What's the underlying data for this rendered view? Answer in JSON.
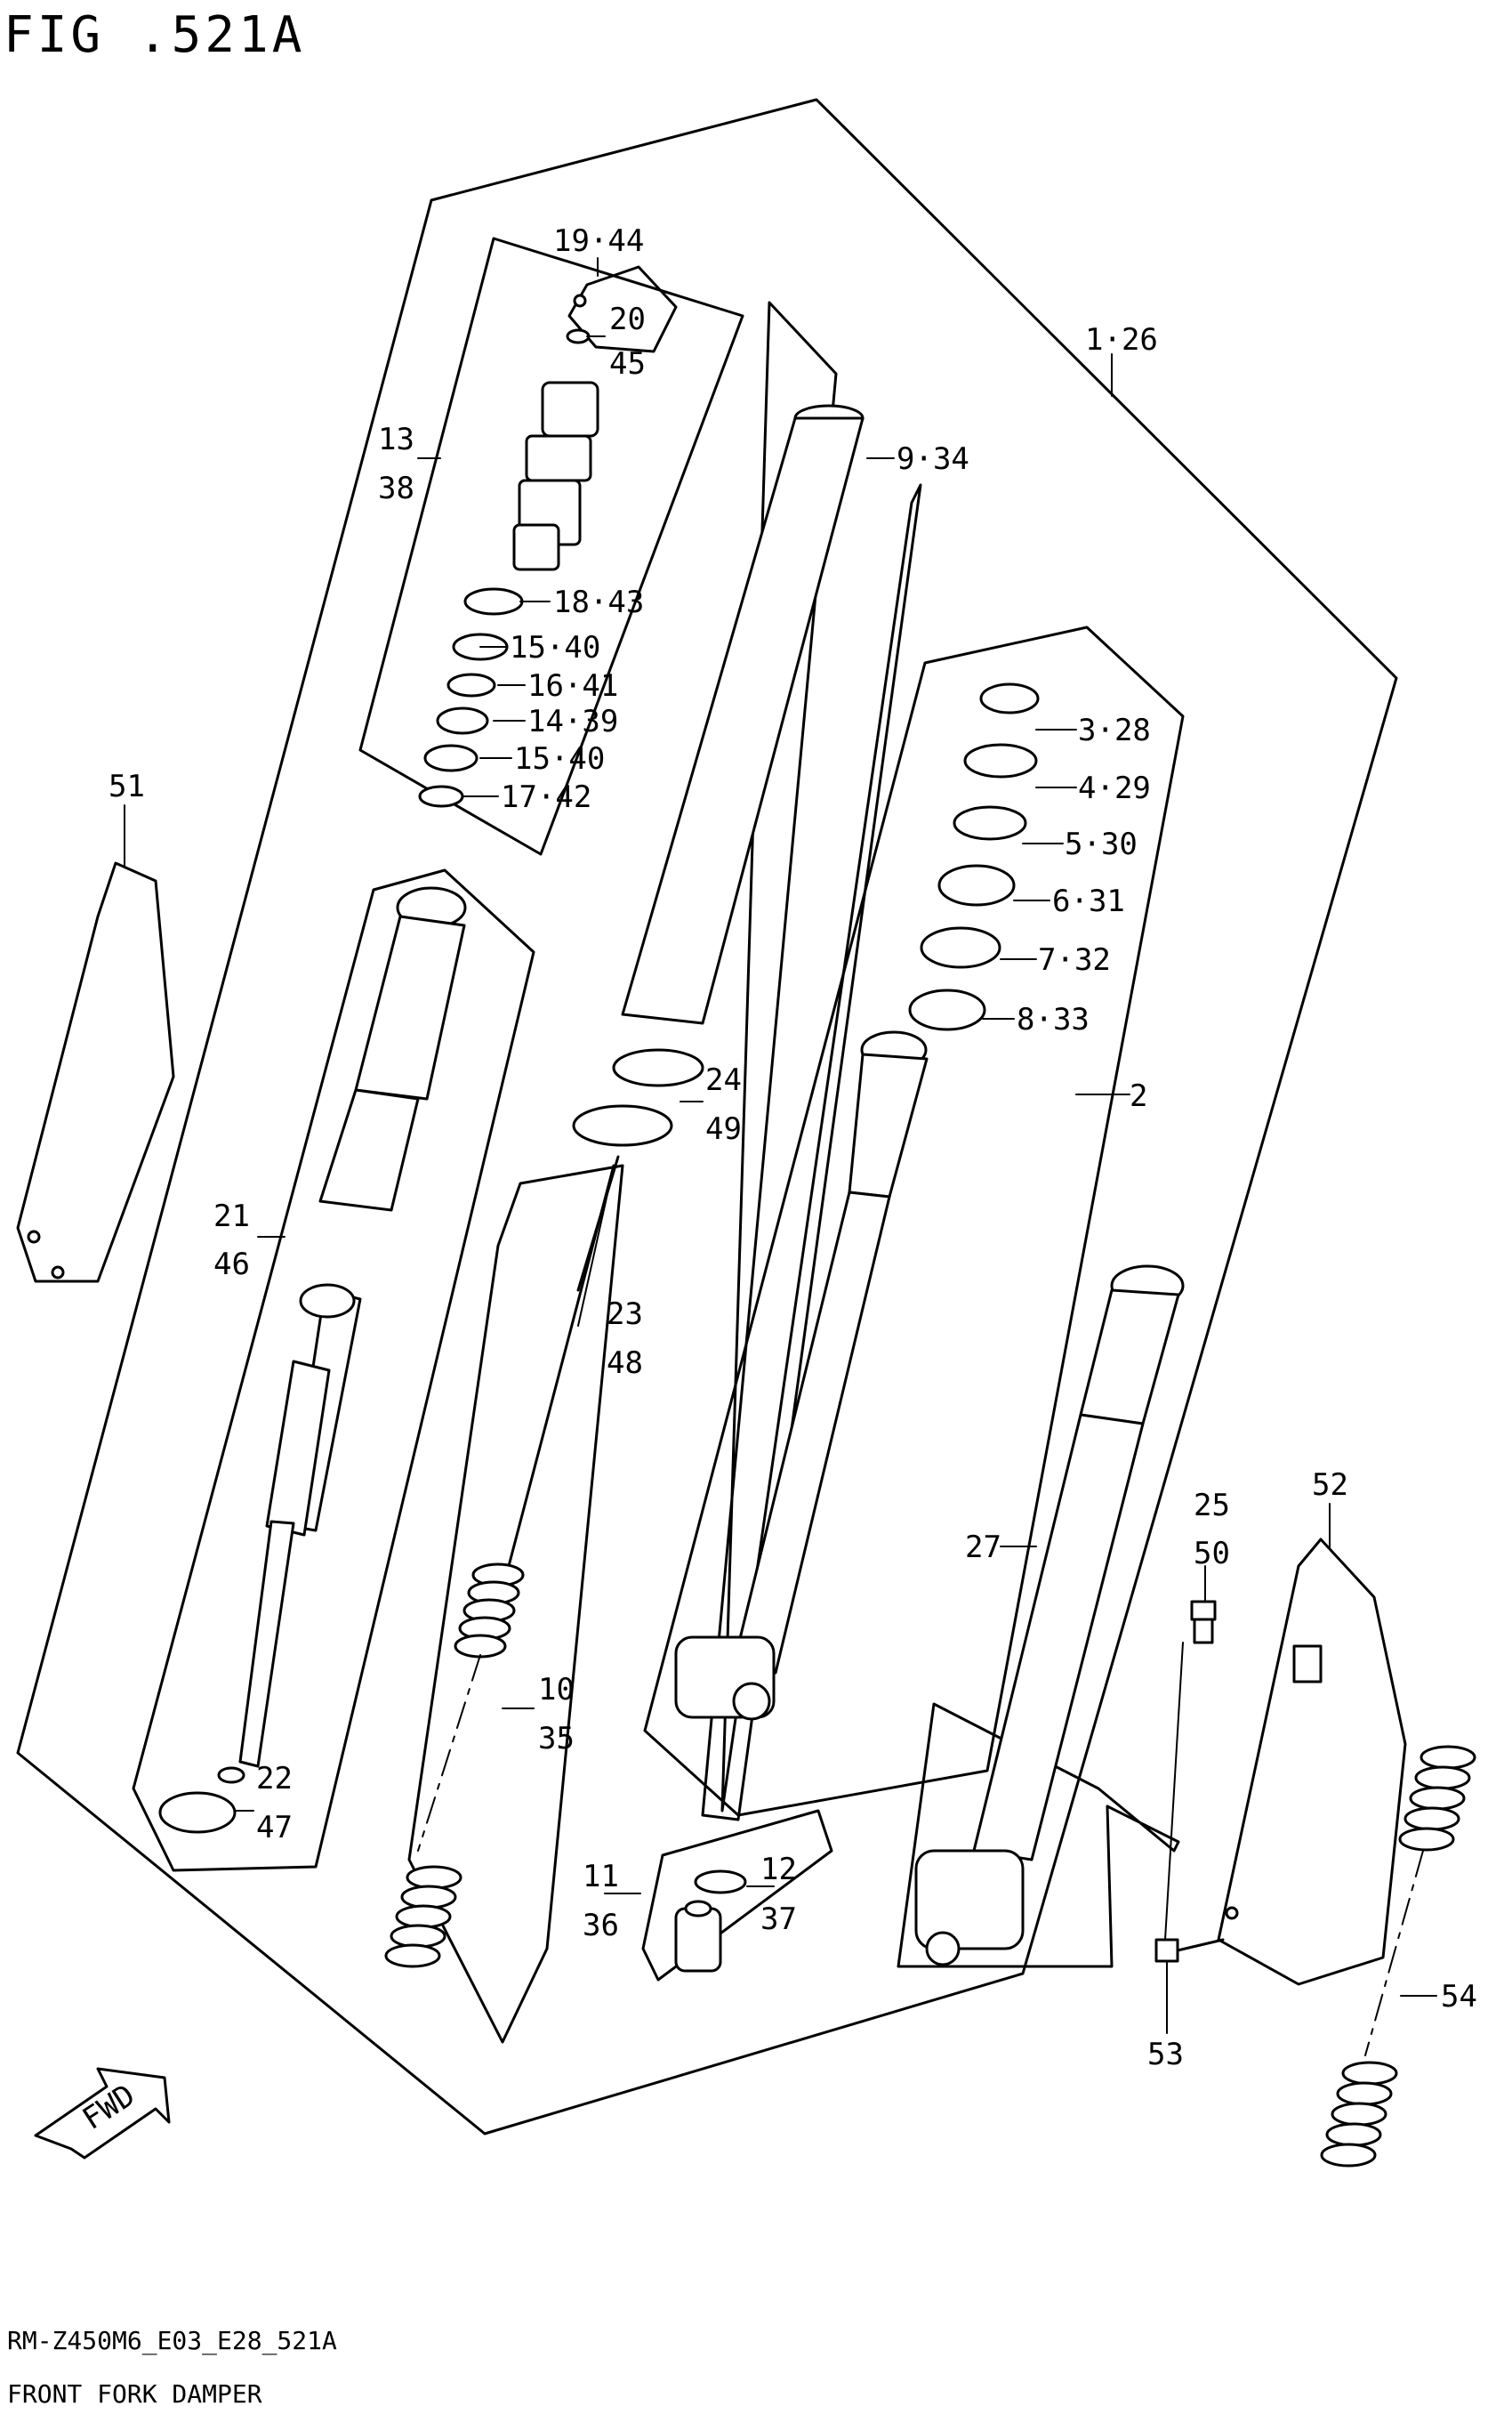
{
  "figure_title": "FIG .521A",
  "footer": {
    "code": "RM-Z450M6_E03_E28_521A",
    "caption": "FRONT FORK DAMPER"
  },
  "fwd_label": "FWD",
  "callouts": [
    {
      "id": "1-26",
      "text": "1·26"
    },
    {
      "id": "2",
      "text": "2"
    },
    {
      "id": "3-28",
      "text": "3·28"
    },
    {
      "id": "4-29",
      "text": "4·29"
    },
    {
      "id": "5-30",
      "text": "5·30"
    },
    {
      "id": "6-31",
      "text": "6·31"
    },
    {
      "id": "7-32",
      "text": "7·32"
    },
    {
      "id": "8-33",
      "text": "8·33"
    },
    {
      "id": "9-34",
      "text": "9·34"
    },
    {
      "id": "10-35",
      "top": "10",
      "bottom": "35"
    },
    {
      "id": "11-36",
      "top": "11",
      "bottom": "36"
    },
    {
      "id": "12-37",
      "top": "12",
      "bottom": "37"
    },
    {
      "id": "13-38",
      "top": "13",
      "bottom": "38"
    },
    {
      "id": "14-39",
      "text": "14·39"
    },
    {
      "id": "15-40a",
      "text": "15·40"
    },
    {
      "id": "15-40b",
      "text": "15·40"
    },
    {
      "id": "16-41",
      "text": "16·41"
    },
    {
      "id": "17-42",
      "text": "17·42"
    },
    {
      "id": "18-43",
      "text": "18·43"
    },
    {
      "id": "19-44",
      "text": "19·44"
    },
    {
      "id": "20-45",
      "top": "20",
      "bottom": "45"
    },
    {
      "id": "21-46",
      "top": "21",
      "bottom": "46"
    },
    {
      "id": "22-47",
      "top": "22",
      "bottom": "47"
    },
    {
      "id": "23-48",
      "top": "23",
      "bottom": "48"
    },
    {
      "id": "24-49",
      "top": "24",
      "bottom": "49"
    },
    {
      "id": "25-50",
      "top": "25",
      "bottom": "50"
    },
    {
      "id": "27",
      "text": "27"
    },
    {
      "id": "51",
      "text": "51"
    },
    {
      "id": "52",
      "text": "52"
    },
    {
      "id": "53",
      "text": "53"
    },
    {
      "id": "54",
      "text": "54"
    }
  ]
}
